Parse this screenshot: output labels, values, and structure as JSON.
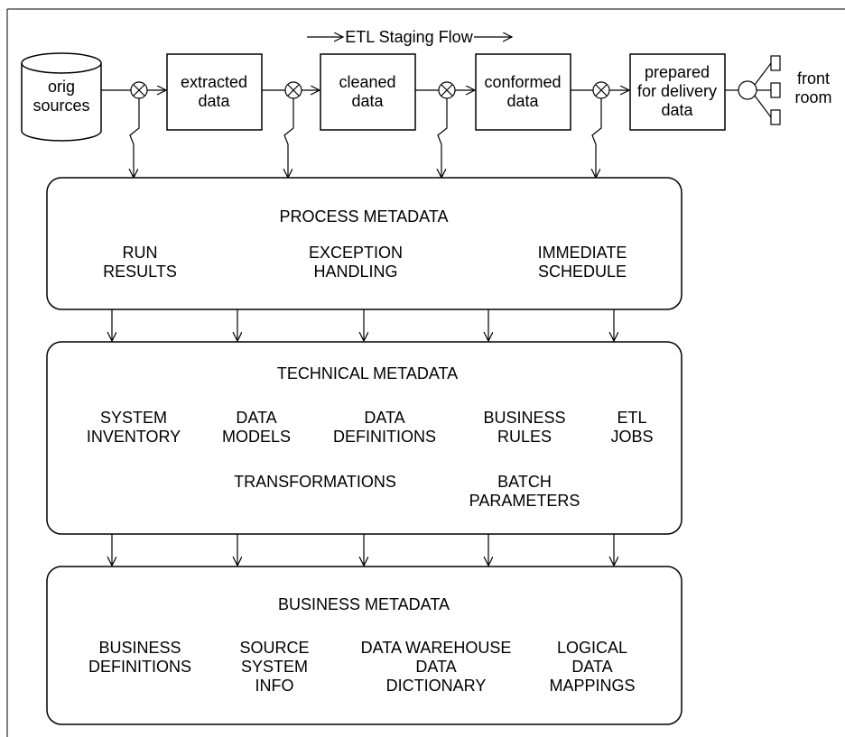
{
  "diagram": {
    "flow_title": "ETL Staging Flow",
    "sources_label": "orig\nsources",
    "stages": [
      "extracted\ndata",
      "cleaned\ndata",
      "conformed\ndata",
      "prepared\nfor delivery\ndata"
    ],
    "front_room_label": "front\nroom"
  },
  "process_metadata": {
    "title": "PROCESS METADATA",
    "items": [
      "RUN\nRESULTS",
      "EXCEPTION\nHANDLING",
      "IMMEDIATE\nSCHEDULE"
    ]
  },
  "technical_metadata": {
    "title": "TECHNICAL METADATA",
    "items": [
      "SYSTEM\nINVENTORY",
      "DATA\nMODELS",
      "DATA\nDEFINITIONS",
      "BUSINESS\nRULES",
      "ETL\nJOBS",
      "TRANSFORMATIONS",
      "BATCH\nPARAMETERS"
    ]
  },
  "business_metadata": {
    "title": "BUSINESS METADATA",
    "items": [
      "BUSINESS\nDEFINITIONS",
      "SOURCE\nSYSTEM\nINFO",
      "DATA WAREHOUSE\nDATA\nDICTIONARY",
      "LOGICAL\nDATA\nMAPPINGS"
    ]
  }
}
